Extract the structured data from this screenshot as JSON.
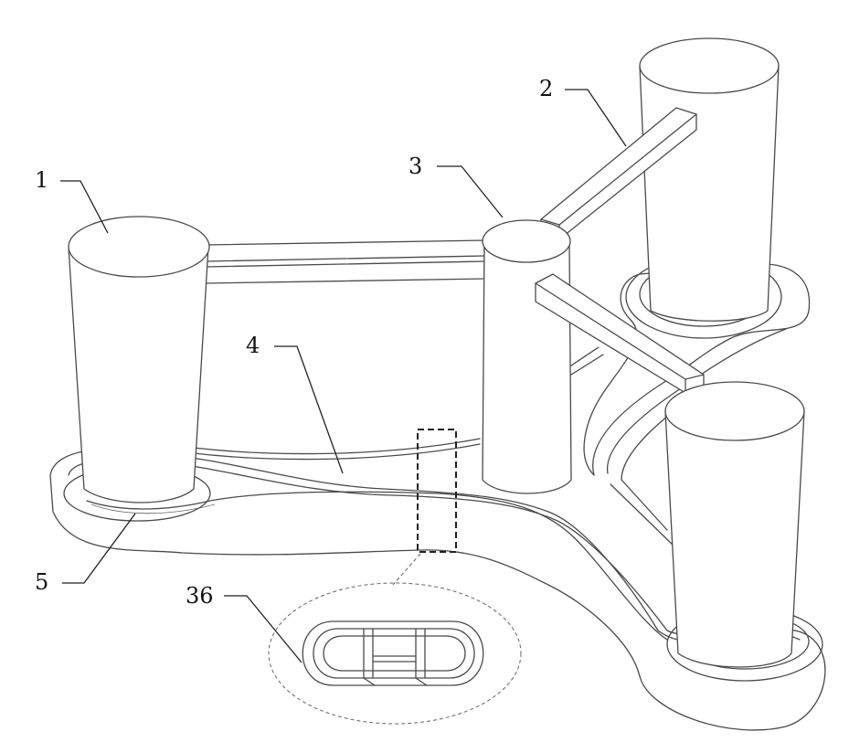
{
  "labels": {
    "l1": "1",
    "l2": "2",
    "l3": "3",
    "l4": "4",
    "l5": "5",
    "l36": "36"
  }
}
